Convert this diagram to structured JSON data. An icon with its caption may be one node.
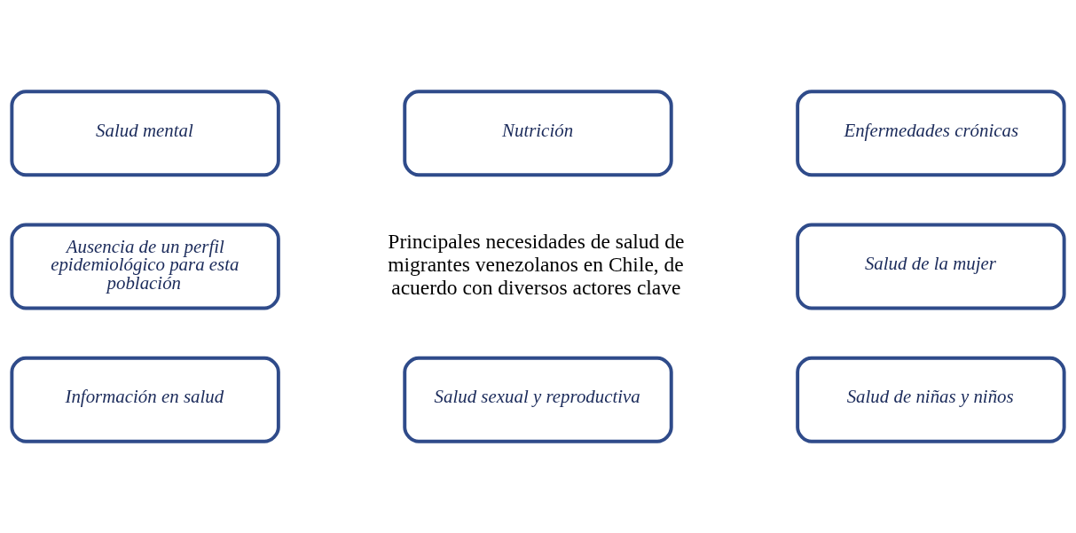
{
  "diagram": {
    "nodes": [
      {
        "text": [
          "Nutrición"
        ]
      },
      {
        "text": [
          "Salud mental"
        ]
      },
      {
        "text": [
          "Enfermedades crónicas"
        ]
      },
      {
        "text": [
          "Ausencia de un perfil epidemiológico para esta población"
        ]
      },
      {
        "text": [
          "Salud de la mujer"
        ]
      },
      {
        "text": [
          "Información en salud"
        ]
      },
      {
        "text": [
          "Salud de niñas y niños"
        ]
      },
      {
        "text": [
          "Salud sexual y reproductiva"
        ]
      }
    ],
    "labels": [
      "Principales necesidades de salud de migrantes venezolanos en Chile, de acuerdo con diversos actores clave"
    ]
  }
}
